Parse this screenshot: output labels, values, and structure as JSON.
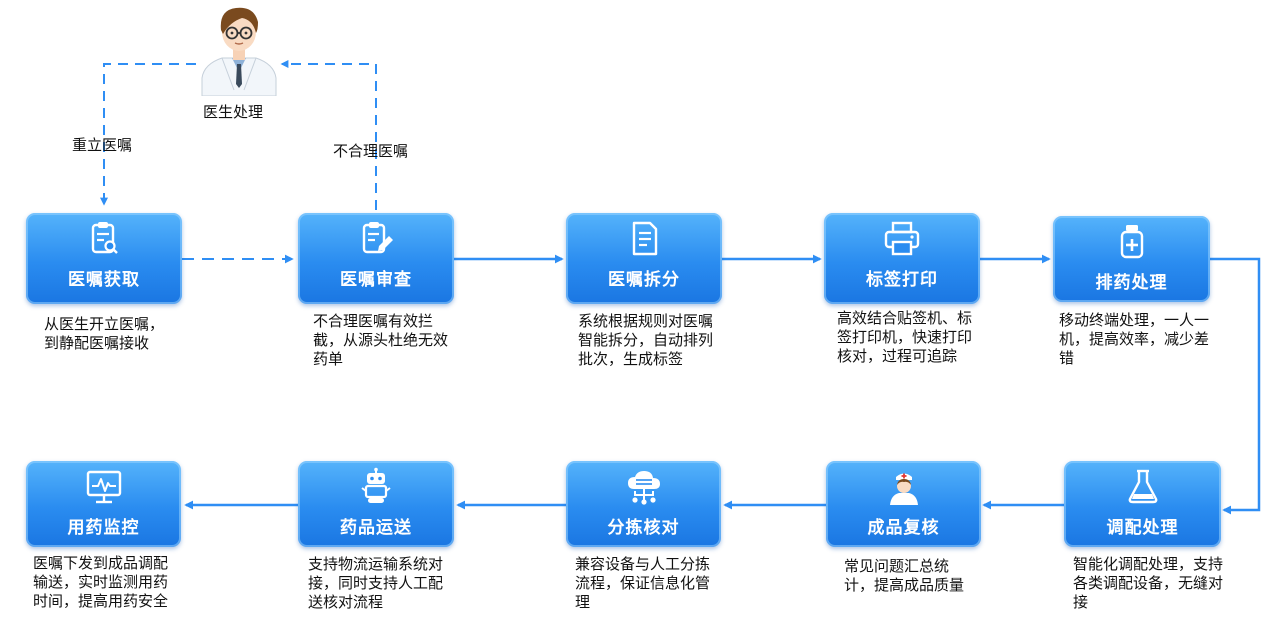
{
  "doctor": {
    "label": "医生处理",
    "reorder_label": "重立医嘱",
    "invalid_label": "不合理医嘱"
  },
  "colors": {
    "accent": "#2a8cf0",
    "flow_line": "#2f8ef4",
    "node_light": "#55b3fb",
    "node_dark": "#1a76e2"
  },
  "steps": [
    {
      "title": "医嘱获取",
      "icon": "clipboard-search-icon",
      "desc": "从医生开立医嘱，到静配医嘱接收"
    },
    {
      "title": "医嘱审查",
      "icon": "clipboard-edit-icon",
      "desc": "不合理医嘱有效拦截，从源头杜绝无效药单"
    },
    {
      "title": "医嘱拆分",
      "icon": "document-icon",
      "desc": "系统根据规则对医嘱智能拆分，自动排列批次，生成标签"
    },
    {
      "title": "标签打印",
      "icon": "printer-icon",
      "desc": "高效结合贴签机、标签打印机，快速打印核对，过程可追踪"
    },
    {
      "title": "排药处理",
      "icon": "medicine-bottle-icon",
      "desc": "移动终端处理，一人一机，提高效率，减少差错"
    },
    {
      "title": "调配处理",
      "icon": "flask-icon",
      "desc": "智能化调配处理，支持各类调配设备，无缝对接"
    },
    {
      "title": "成品复核",
      "icon": "nurse-icon",
      "desc": "常见问题汇总统计，提高成品质量"
    },
    {
      "title": "分拣核对",
      "icon": "cloud-network-icon",
      "desc": "兼容设备与人工分拣流程，保证信息化管理"
    },
    {
      "title": "药品运送",
      "icon": "robot-icon",
      "desc": "支持物流运输系统对接，同时支持人工配送核对流程"
    },
    {
      "title": "用药监控",
      "icon": "monitor-pulse-icon",
      "desc": "医嘱下发到成品调配输送，实时监测用药时间，提高用药安全"
    }
  ]
}
